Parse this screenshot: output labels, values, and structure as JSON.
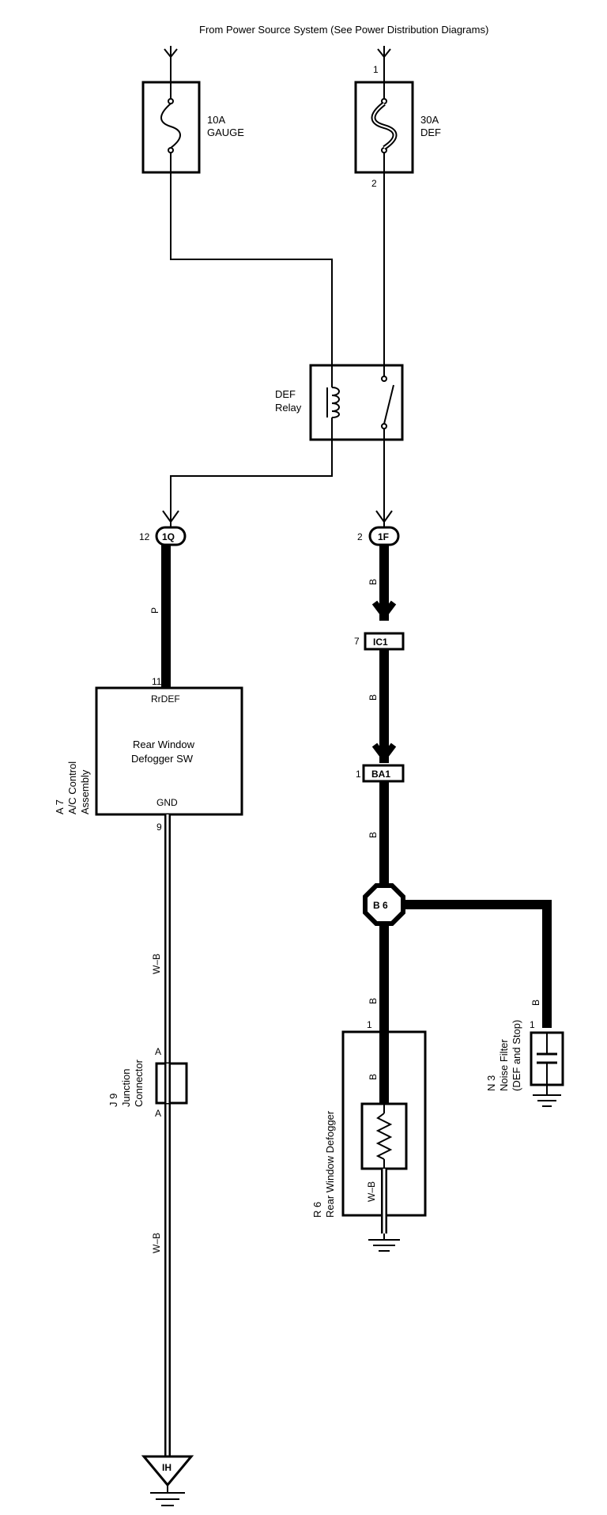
{
  "header": "From Power Source System (See Power Distribution Diagrams)",
  "fuses": [
    {
      "id": "gauge",
      "rating": "10A",
      "name": "GAUGE"
    },
    {
      "id": "def",
      "rating": "30A",
      "name": "DEF",
      "pin_in": "1",
      "pin_out": "2"
    }
  ],
  "relay": {
    "name_line1": "DEF",
    "name_line2": "Relay"
  },
  "connectors": {
    "c1q": {
      "pin": "12",
      "id": "1Q"
    },
    "c1f": {
      "pin": "2",
      "id": "1F"
    },
    "ic1": {
      "pin": "7",
      "id": "IC1"
    },
    "ba1": {
      "pin": "1",
      "id": "BA1"
    },
    "b6": {
      "id": "B 6"
    },
    "ih": {
      "id": "IH"
    }
  },
  "ac_control": {
    "code": "A 7",
    "line1": "A/C Control",
    "line2": "Assembly",
    "switch_line1": "Rear Window",
    "switch_line2": "Defogger SW",
    "term_top": "RrDEF",
    "term_bottom": "GND",
    "pin_top": "11",
    "pin_bottom": "9"
  },
  "junction": {
    "code": "J 9",
    "line1": "Junction",
    "line2": "Connector",
    "pin_top": "A",
    "pin_bottom": "A"
  },
  "defogger": {
    "code": "R 6",
    "name": "Rear Window Defogger",
    "pin": "1"
  },
  "noise_filter": {
    "code": "N 3",
    "line1": "Noise Filter",
    "line2": "(DEF and Stop)",
    "pin": "1"
  },
  "wire_colors": {
    "p": "P",
    "b1": "B",
    "b2": "B",
    "b3": "B",
    "b4": "B",
    "b5": "B",
    "b6": "B",
    "wb1": "W–B",
    "wb2": "W–B",
    "wb3": "W–B"
  }
}
